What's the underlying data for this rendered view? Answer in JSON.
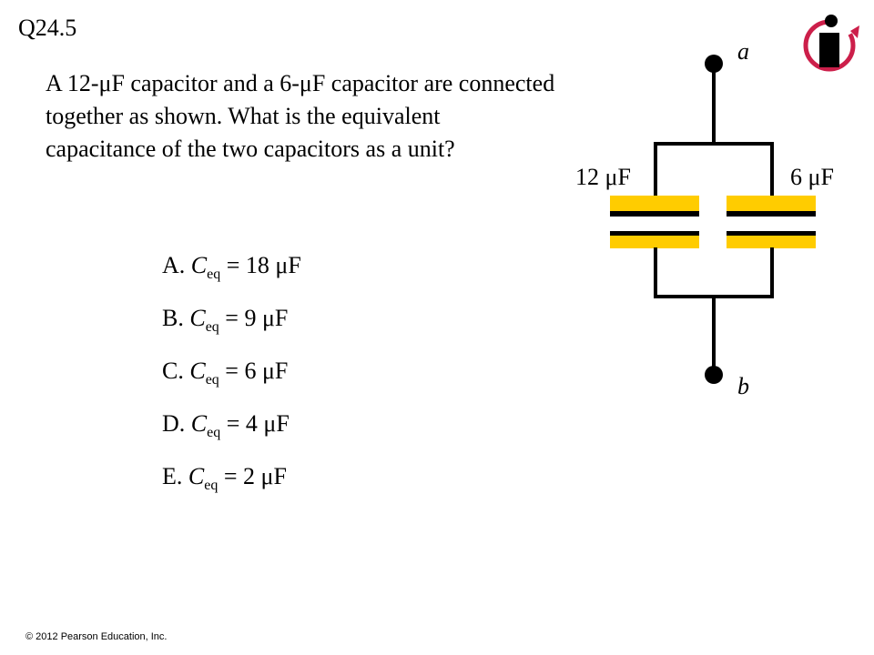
{
  "slide": {
    "title": "Q24.5",
    "question": "A 12-μF capacitor and a 6-μF capacitor are connected together as shown. What is the equivalent capacitance of the two capacitors as a unit?",
    "answers": [
      {
        "letter": "A.",
        "symbol": "C",
        "subscript": "eq",
        "value": "= 18 μF"
      },
      {
        "letter": "B.",
        "symbol": "C",
        "subscript": "eq",
        "value": "= 9 μF"
      },
      {
        "letter": "C.",
        "symbol": "C",
        "subscript": "eq",
        "value": "= 6 μF"
      },
      {
        "letter": "D.",
        "symbol": "C",
        "subscript": "eq",
        "value": "= 4 μF"
      },
      {
        "letter": "E.",
        "symbol": "C",
        "subscript": "eq",
        "value": "= 2 μF"
      }
    ],
    "copyright": "© 2012 Pearson Education, Inc."
  },
  "circuit": {
    "node_top": "a",
    "node_bottom": "b",
    "cap_left_label": "12 μF",
    "cap_right_label": "6 μF",
    "plate_color": "#ffcc00",
    "wire_color": "#000000"
  },
  "logo": {
    "icon": "info-icon",
    "colors": {
      "ring": "#cc1f4a",
      "figure": "#000000"
    }
  }
}
